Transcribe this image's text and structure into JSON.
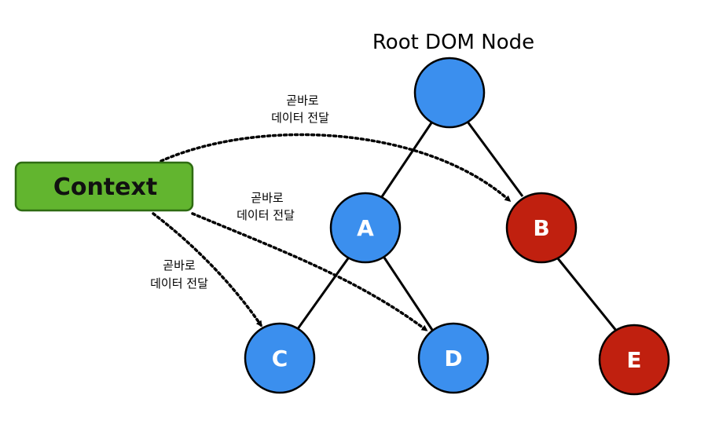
{
  "title": "Root DOM Node",
  "context": {
    "label": "Context",
    "fill": "#62b52f",
    "border": "#2e6b12"
  },
  "colors": {
    "blue": "#3b8fee",
    "red": "#c0200f"
  },
  "nodes": [
    {
      "id": "root",
      "label": "",
      "color": "blue"
    },
    {
      "id": "a",
      "label": "A",
      "color": "blue"
    },
    {
      "id": "b",
      "label": "B",
      "color": "red"
    },
    {
      "id": "c",
      "label": "C",
      "color": "blue"
    },
    {
      "id": "d",
      "label": "D",
      "color": "blue"
    },
    {
      "id": "e",
      "label": "E",
      "color": "red"
    }
  ],
  "arrows": [
    {
      "target": "B",
      "line1": "곧바로",
      "line2": "데이터 전달"
    },
    {
      "target": "D",
      "line1": "곧바로",
      "line2": "데이터 전달"
    },
    {
      "target": "C",
      "line1": "곧바로",
      "line2": "데이터 전달"
    }
  ]
}
